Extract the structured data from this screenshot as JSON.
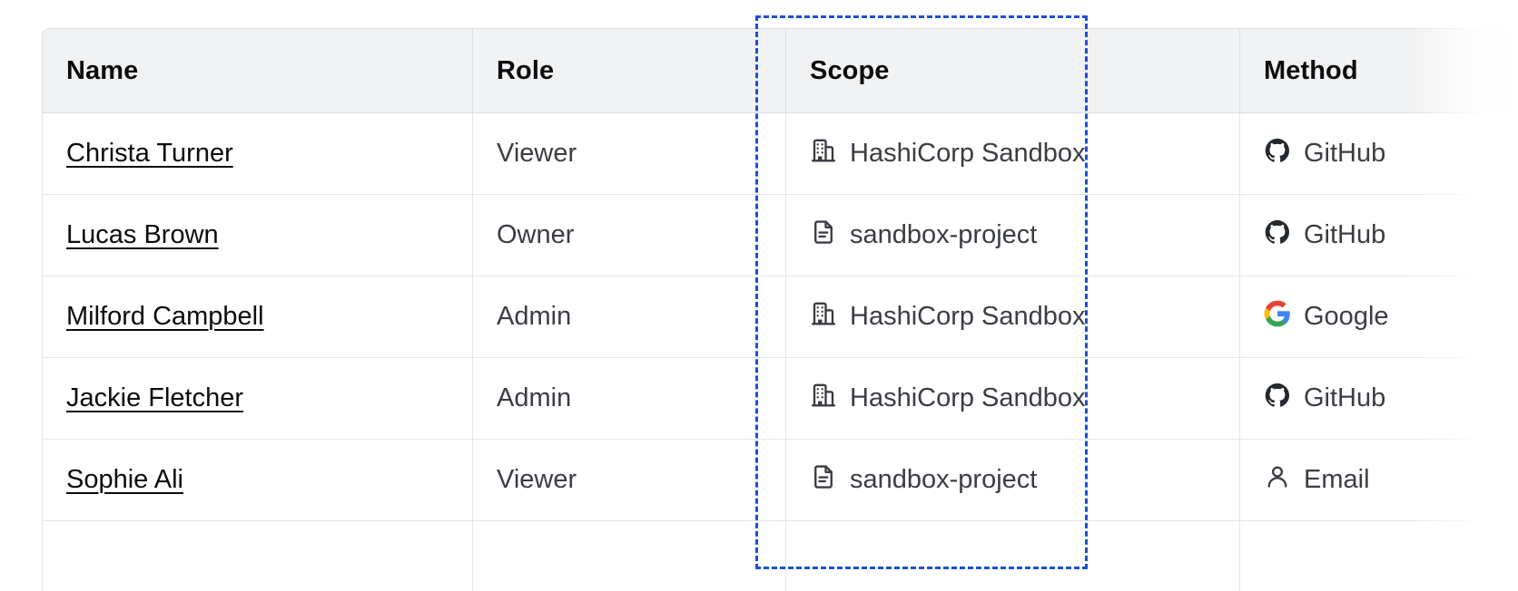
{
  "table": {
    "columns": [
      {
        "key": "name",
        "label": "Name"
      },
      {
        "key": "role",
        "label": "Role"
      },
      {
        "key": "scope",
        "label": "Scope"
      },
      {
        "key": "method",
        "label": "Method"
      }
    ],
    "rows": [
      {
        "name": "Christa Turner",
        "role": "Viewer",
        "scope": "HashiCorp Sandbox",
        "scope_icon": "organization-icon",
        "method": "GitHub",
        "method_icon": "github-icon"
      },
      {
        "name": "Lucas Brown",
        "role": "Owner",
        "scope": "sandbox-project",
        "scope_icon": "document-icon",
        "method": "GitHub",
        "method_icon": "github-icon"
      },
      {
        "name": "Milford Campbell",
        "role": "Admin",
        "scope": "HashiCorp Sandbox",
        "scope_icon": "organization-icon",
        "method": "Google",
        "method_icon": "google-icon"
      },
      {
        "name": "Jackie Fletcher",
        "role": "Admin",
        "scope": "HashiCorp Sandbox",
        "scope_icon": "organization-icon",
        "method": "GitHub",
        "method_icon": "github-icon"
      },
      {
        "name": "Sophie Ali",
        "role": "Viewer",
        "scope": "sandbox-project",
        "scope_icon": "document-icon",
        "method": "Email",
        "method_icon": "user-icon"
      }
    ]
  },
  "highlight": {
    "target_column": "Scope",
    "color": "#1B50D4",
    "style": "dashed"
  },
  "colors": {
    "header_background": "#F1F2F3",
    "header_text": "#0C0C0E",
    "body_text": "#3B3D45",
    "link_text": "#0C0C0E",
    "border": "#E4E6E9",
    "highlight": "#1B50D4",
    "google_blue": "#4285F4",
    "google_green": "#34A853",
    "google_yellow": "#FBBC05",
    "google_red": "#EA4335",
    "github_black": "#24292F"
  }
}
